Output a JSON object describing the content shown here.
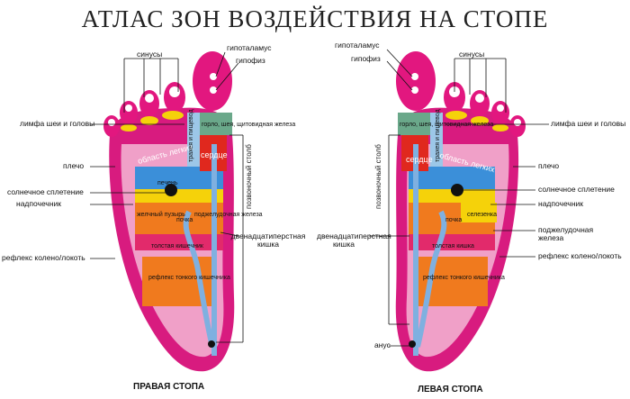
{
  "title": "АТЛАС ЗОН ВОЗДЕЙСТВИЯ НА СТОПЕ",
  "right_foot": {
    "caption": "ПРАВАЯ СТОПА",
    "labels": {
      "sinuses": "синусы",
      "hypothalamus": "гипоталамус",
      "pituitary": "гипофиз",
      "lymph": "лимфа шеи и головы",
      "shoulder": "плечо",
      "solar": "солнечное сплетение",
      "adrenal": "надпочечник",
      "knee": "рефлекс колено/локоть",
      "spine": "позвоночный столб",
      "duodenum": "двенадцатиперстная кишка"
    },
    "zones": {
      "lungs": "область легких",
      "heart": "сердце",
      "liver": "печень",
      "gallbladder": "желчный пузырь",
      "kidney": "почка",
      "pancreas": "поджелудочная железа",
      "colon": "толстая кишечник",
      "small_intestine": "рефлекс тонкого кишечника",
      "throat": "горло, шея, щитовидная железа",
      "trachea": "трахея и пищевод"
    }
  },
  "left_foot": {
    "caption": "ЛЕВАЯ СТОПА",
    "labels": {
      "hypothalamus": "гипоталамус",
      "pituitary": "гипофиз",
      "sinuses": "синусы",
      "lymph": "лимфа шеи и головы",
      "spine": "позвоночный столб",
      "shoulder": "плечо",
      "solar": "солнечное сплетение",
      "adrenal": "надпочечник",
      "duodenum": "двенадцатиперстная кишка",
      "pancreas": "поджелудочная железа",
      "knee": "рефлекс колено/локоть",
      "anus": "анус"
    },
    "zones": {
      "lungs": "область легких",
      "heart": "сердце",
      "spleen": "селезенка",
      "kidney": "почка",
      "colon": "толстая кишка",
      "small_intestine": "рефлекс тонкого кишечника",
      "throat": "горло, шея, щитовидная железа",
      "trachea": "трахея и пищевод"
    }
  }
}
